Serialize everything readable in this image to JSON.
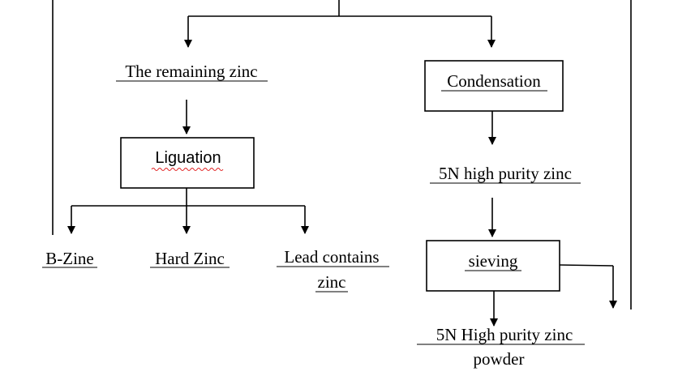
{
  "nodes": {
    "remaining_zinc": "The remaining zinc",
    "condensation": "Condensation",
    "liguation": "Liguation",
    "high_purity_zinc": "5N high purity zinc",
    "b_zine": "B-Zine",
    "hard_zinc": "Hard Zinc",
    "lead_contains_line1": "Lead contains",
    "lead_contains_line2": "zinc",
    "sieving": "sieving",
    "powder_line1": "5N High purity zinc",
    "powder_line2": "powder"
  },
  "colors": {
    "line": "#000000",
    "spellcheck": "#e02020"
  }
}
